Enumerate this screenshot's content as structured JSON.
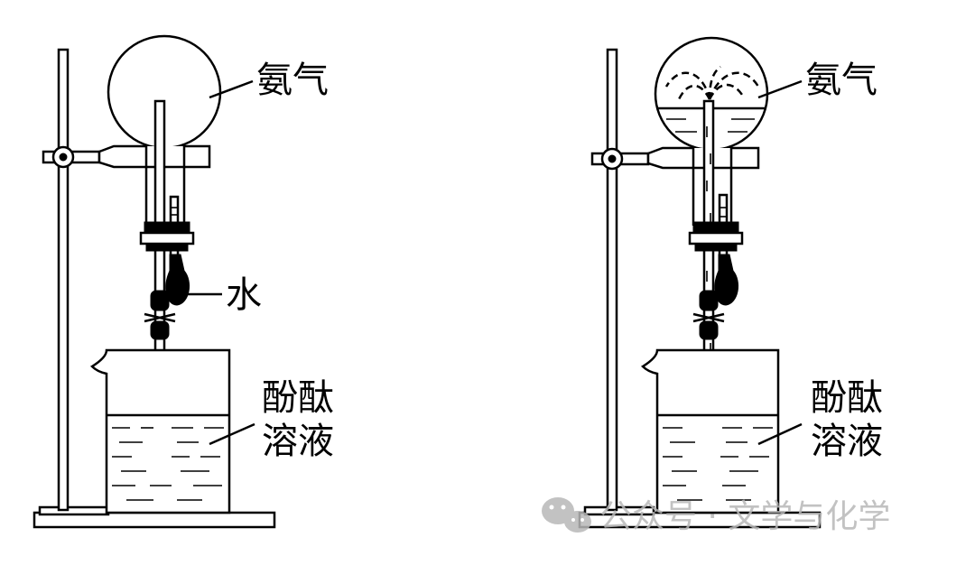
{
  "left_apparatus": {
    "flask_label": "氨气",
    "dropper_label": "水",
    "beaker_label_line1": "酚酞",
    "beaker_label_line2": "溶液"
  },
  "right_apparatus": {
    "flask_label": "氨气",
    "beaker_label_line1": "酚酞",
    "beaker_label_line2": "溶液"
  },
  "watermark": {
    "text": "公众号 · 文学与化学",
    "icon": "wechat-icon"
  },
  "colors": {
    "line": "#000000",
    "watermark": "#b8b8b8"
  }
}
